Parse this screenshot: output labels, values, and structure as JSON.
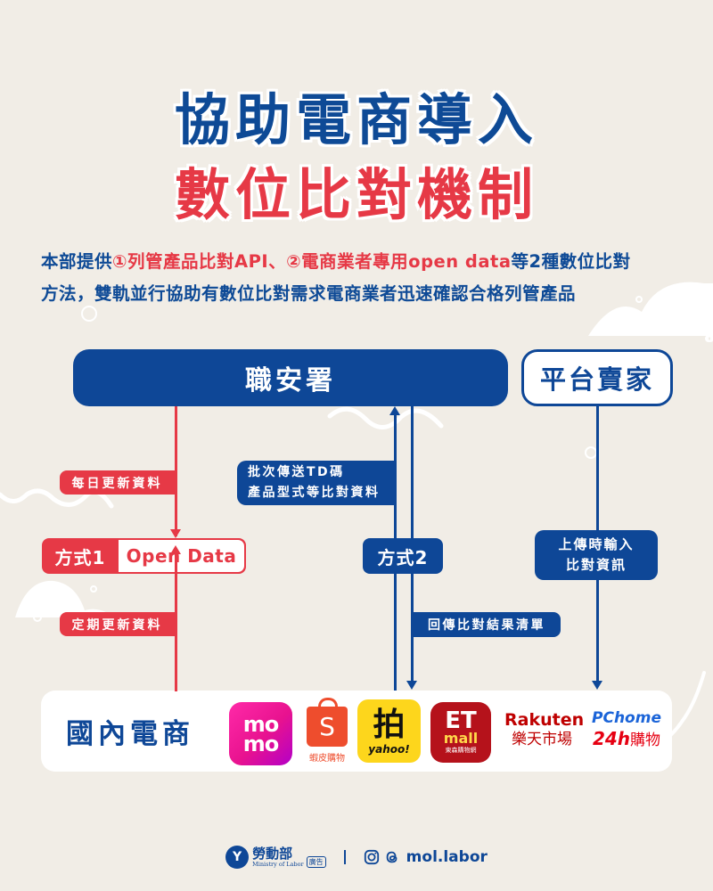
{
  "title": {
    "line1": "協助電商導入",
    "line2": "數位比對機制"
  },
  "intro": {
    "line1": [
      {
        "text": "本部提供",
        "highlight": false
      },
      {
        "text": "①列管產品比對API、②電商業者專用open data",
        "highlight": true
      },
      {
        "text": "等2種數位比對",
        "highlight": false
      }
    ],
    "seg1": "本部提供",
    "seg2": "①列管產品比對API、②電商業者專用open data",
    "seg3": "等2種數位比對",
    "line2": "方法，雙軌並行協助有數位比對需求電商業者迅速確認合格列管產品"
  },
  "diagram": {
    "agency": "職安署",
    "seller": "平台賣家",
    "method1": {
      "label": "方式1",
      "data_label": "Open Data",
      "daily_tag": "每日更新資料",
      "periodic_tag": "定期更新資料"
    },
    "method2": {
      "label": "方式2",
      "batch_line1": "批次傳送TD碼",
      "batch_line2": "產品型式等比對資料",
      "return_tag": "回傳比對結果清單"
    },
    "seller_flow": {
      "line1": "上傳時輸入",
      "line2": "比對資訊"
    },
    "platforms": {
      "label": "國內電商",
      "logos": [
        {
          "name": "momo",
          "text1": "mo",
          "text2": "mo"
        },
        {
          "name": "shopee",
          "glyph": "S",
          "caption": "蝦皮購物"
        },
        {
          "name": "yahoo",
          "glyph": "拍",
          "caption": "yahoo!"
        },
        {
          "name": "etmall",
          "text1": "ET",
          "text2": "mall",
          "caption": "東森購物網"
        },
        {
          "name": "rakuten",
          "text1": "Rakuten",
          "text2": "樂天市場"
        },
        {
          "name": "pchome",
          "text1": "PChome",
          "text2_num": "24h",
          "text2": "購物"
        }
      ]
    }
  },
  "footer": {
    "ministry_cn": "勞動部",
    "ministry_en": "Ministry of Labor",
    "ad_badge": "廣告",
    "handle": "mol.labor"
  },
  "colors": {
    "background": "#f1ede6",
    "blue": "#0e4797",
    "red": "#e63946"
  }
}
